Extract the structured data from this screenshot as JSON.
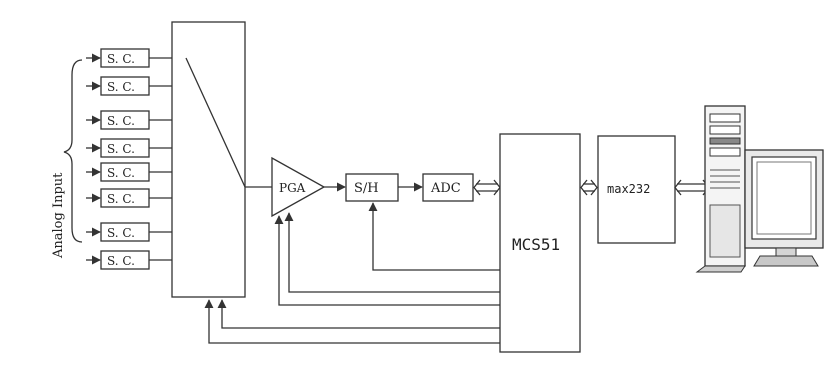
{
  "diagram": {
    "input_label": "Analog Input",
    "sc_label": "S. C.",
    "sc_count": 8,
    "pga_label": "PGA",
    "sh_label": "S/H",
    "adc_label": "ADC",
    "mcu_label": "MCS51",
    "rs232_label": "max232",
    "pc_icon": "desktop-computer-icon"
  }
}
